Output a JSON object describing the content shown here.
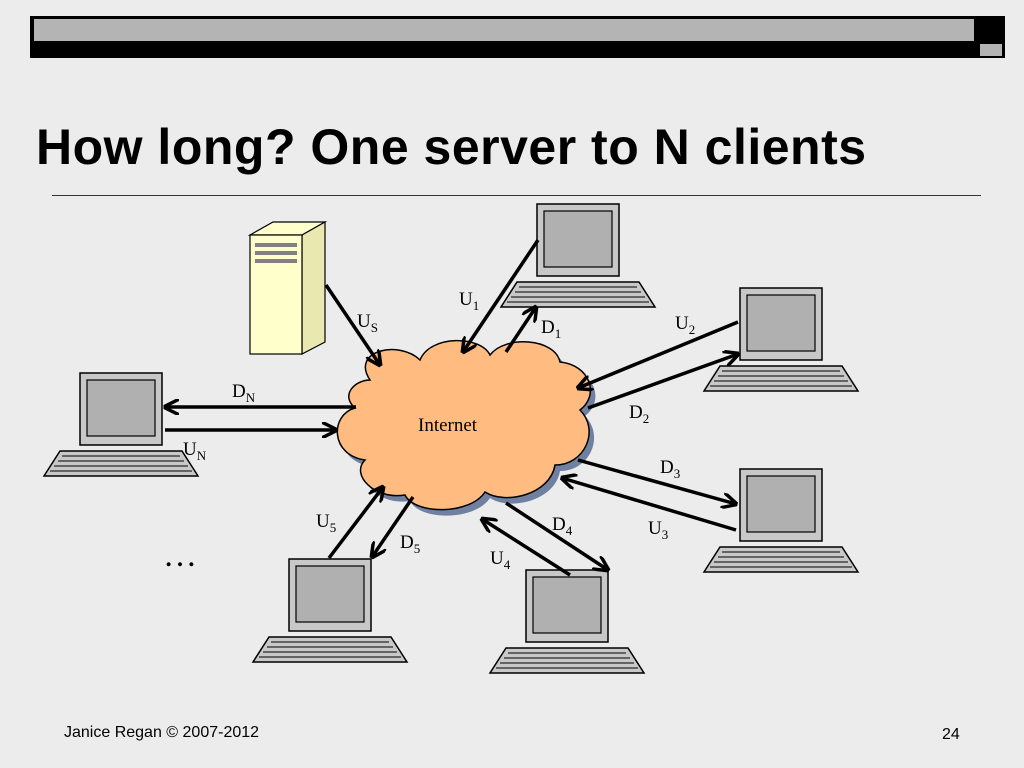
{
  "slide": {
    "title": "How long? One server to N clients",
    "footer_author": "Janice Regan © 2007-2012",
    "page_number": "24"
  },
  "diagram": {
    "internet_label": "Internet",
    "ellipsis": "…",
    "links": [
      {
        "letter": "U",
        "sub": "S"
      },
      {
        "letter": "U",
        "sub": "1"
      },
      {
        "letter": "D",
        "sub": "1"
      },
      {
        "letter": "U",
        "sub": "2"
      },
      {
        "letter": "D",
        "sub": "2"
      },
      {
        "letter": "D",
        "sub": "3"
      },
      {
        "letter": "U",
        "sub": "3"
      },
      {
        "letter": "D",
        "sub": "4"
      },
      {
        "letter": "U",
        "sub": "4"
      },
      {
        "letter": "U",
        "sub": "5"
      },
      {
        "letter": "D",
        "sub": "5"
      },
      {
        "letter": "D",
        "sub": "N"
      },
      {
        "letter": "U",
        "sub": "N"
      }
    ],
    "colors": {
      "cloud_fill": "#ffbb80",
      "server_fill": "#ffffcc",
      "laptop_screen": "#c0c0c0"
    }
  }
}
